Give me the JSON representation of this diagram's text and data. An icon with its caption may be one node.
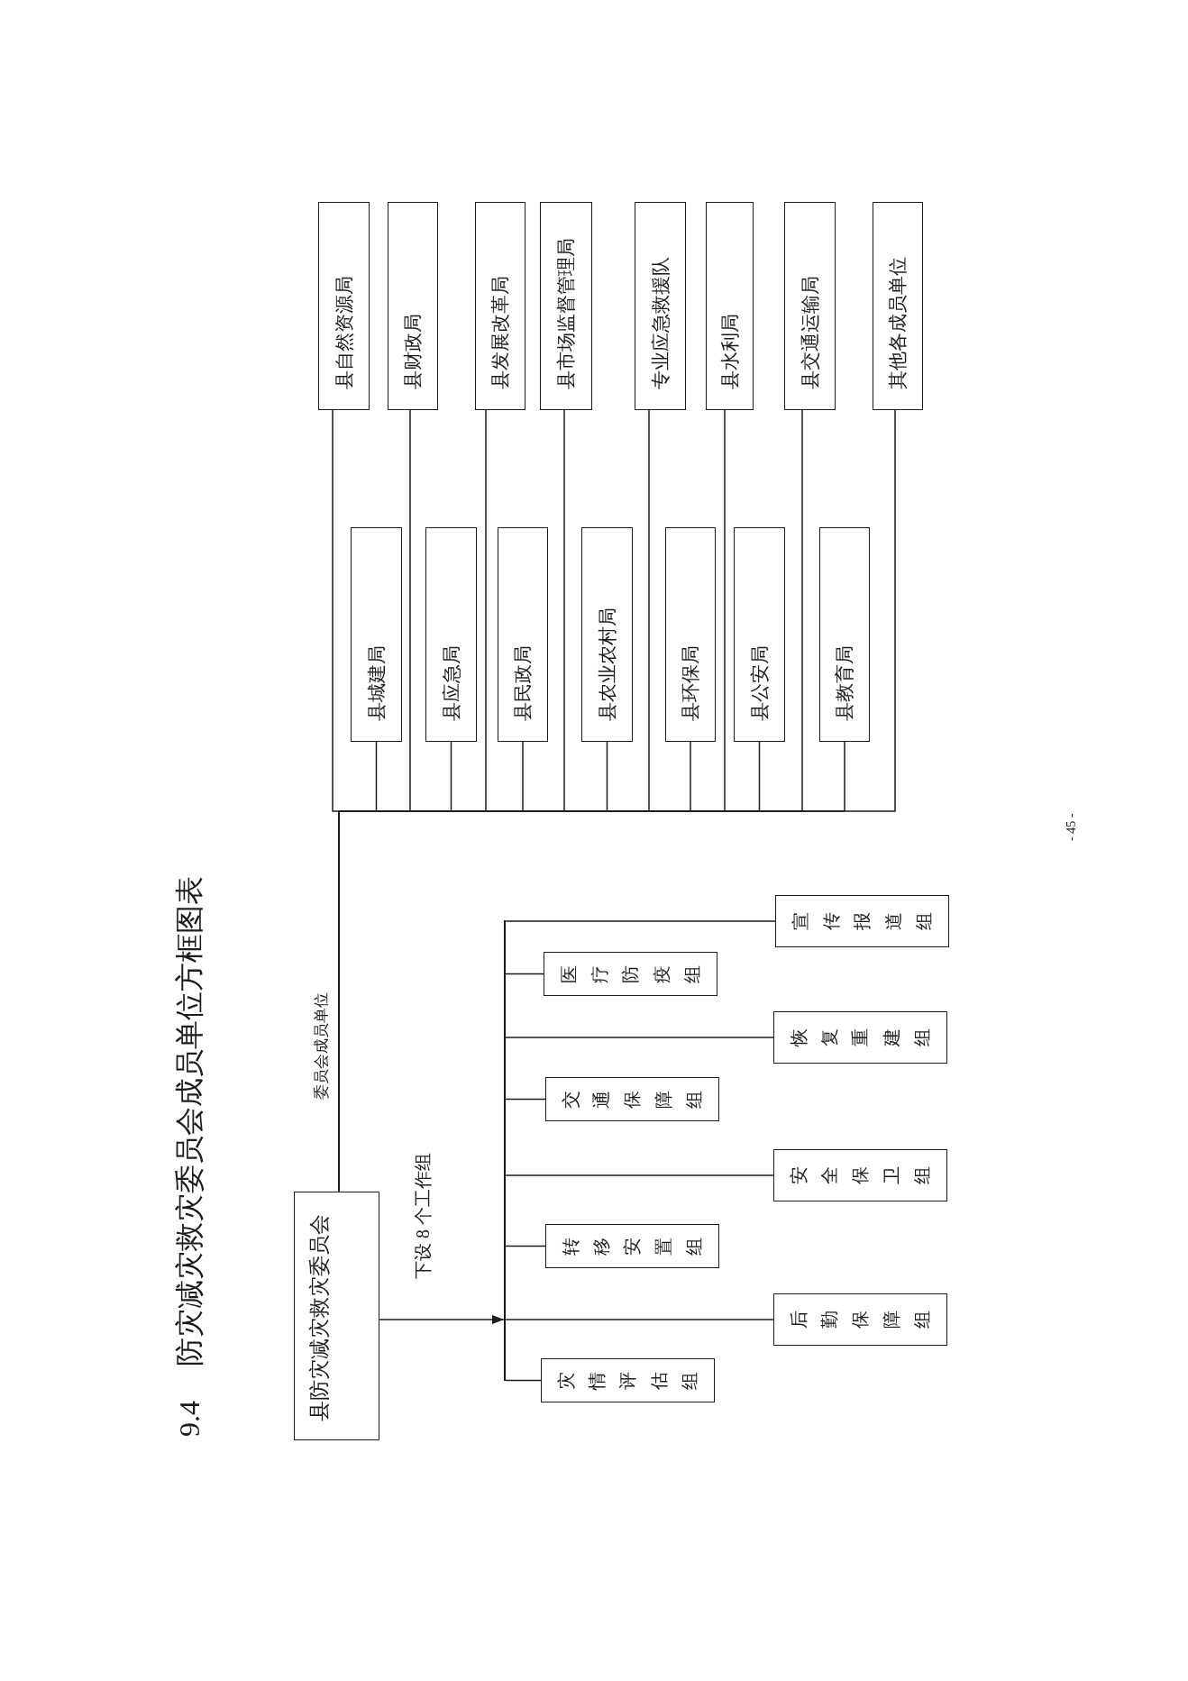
{
  "diagram": {
    "title": "9.4 防灾减灾救灾委员会成员单位方框图表",
    "nodes": [
      {
        "text": [
          "县防灾减灾救灾委员会"
        ]
      },
      {
        "text": [],
        "shape": "bar"
      },
      {
        "text": [
          "灾情评估组"
        ]
      },
      {
        "text": [
          "后勤保障组"
        ]
      },
      {
        "text": [
          "转移安置组"
        ]
      },
      {
        "text": [
          "安全保卫组"
        ]
      },
      {
        "text": [
          "交通保障组"
        ]
      },
      {
        "text": [
          "恢复重建组"
        ]
      },
      {
        "text": [
          "医疗防疫组"
        ]
      },
      {
        "text": [
          "宣传报道组"
        ]
      },
      {
        "text": [
          "县城建局"
        ]
      },
      {
        "text": [
          "县应急局"
        ]
      },
      {
        "text": [
          "县民政局"
        ]
      },
      {
        "text": [
          "县农业农村局"
        ]
      },
      {
        "text": [
          "县环保局"
        ]
      },
      {
        "text": [
          "县公安局"
        ]
      },
      {
        "text": [
          "县教育局"
        ]
      },
      {
        "text": [
          "县自然资源局"
        ]
      },
      {
        "text": [
          "县财政局"
        ]
      },
      {
        "text": [
          "县发展改革局"
        ]
      },
      {
        "text": [
          "县市场监督管理局"
        ]
      },
      {
        "text": [
          "专业应急救援队"
        ]
      },
      {
        "text": [
          "县水利局"
        ]
      },
      {
        "text": [
          "县交通运输局"
        ]
      },
      {
        "text": [
          "其他各成员单位"
        ]
      }
    ],
    "edges": [
      {
        "from": 0,
        "to": 1,
        "arrow": "to"
      },
      {
        "from": 1,
        "to": 2,
        "arrow": "none"
      },
      {
        "from": 1,
        "to": 3,
        "arrow": "none"
      },
      {
        "from": 1,
        "to": 4,
        "arrow": "none"
      },
      {
        "from": 1,
        "to": 5,
        "arrow": "none"
      },
      {
        "from": 1,
        "to": 6,
        "arrow": "none"
      },
      {
        "from": 1,
        "to": 7,
        "arrow": "none"
      },
      {
        "from": 1,
        "to": 8,
        "arrow": "none"
      },
      {
        "from": 1,
        "to": 9,
        "arrow": "none"
      },
      {
        "from": 0,
        "to": 10,
        "arrow": "none"
      },
      {
        "from": 0,
        "to": 11,
        "arrow": "none"
      },
      {
        "from": 0,
        "to": 12,
        "arrow": "none"
      },
      {
        "from": 0,
        "to": 13,
        "arrow": "none"
      },
      {
        "from": 0,
        "to": 14,
        "arrow": "none"
      },
      {
        "from": 0,
        "to": 15,
        "arrow": "none"
      },
      {
        "from": 0,
        "to": 16,
        "arrow": "none"
      },
      {
        "from": 0,
        "to": 17,
        "arrow": "none"
      },
      {
        "from": 0,
        "to": 18,
        "arrow": "none"
      },
      {
        "from": 0,
        "to": 19,
        "arrow": "none"
      },
      {
        "from": 0,
        "to": 20,
        "arrow": "none"
      },
      {
        "from": 0,
        "to": 21,
        "arrow": "none"
      },
      {
        "from": 0,
        "to": 22,
        "arrow": "none"
      },
      {
        "from": 0,
        "to": 23,
        "arrow": "none"
      },
      {
        "from": 0,
        "to": 24,
        "arrow": "none"
      }
    ],
    "labels": [
      "委员会成员单位",
      "下设 8 个工作组",
      "- 45 -"
    ]
  }
}
